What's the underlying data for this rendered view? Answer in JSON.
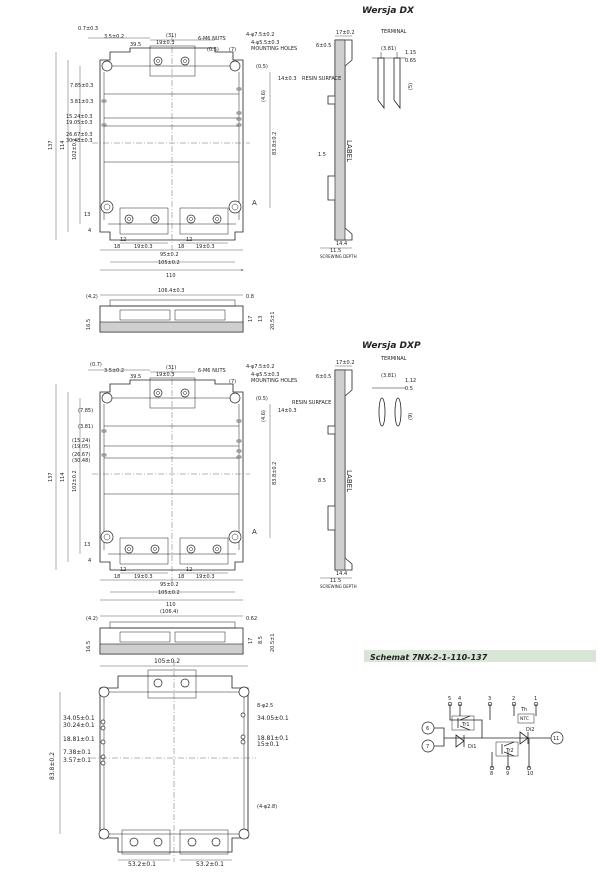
{
  "views": {
    "dx_title": "Wersja DX",
    "dxp_title": "Wersja DXP",
    "schema_title": "Schemat 7NX-2-1-110-137"
  },
  "labels": {
    "terminal": "TERMINAL",
    "resin_surface": "RESIN SURFACE",
    "m6_nuts": "6-M6 NUTS",
    "mounting_holes": "MOUNTING HOLES",
    "mounting_holes_spec": "4-φ5.5±0.3",
    "m6_holes_spec": "4-φ7.5±0.2",
    "label": "LABEL",
    "screwing_depth": "SCREWING DEPTH",
    "section_A": "A",
    "pin_spec": "8-φ2.5",
    "pin_spec_bottom": "(4-φ2.8)"
  },
  "dx_top": {
    "top_dims": [
      "0.7±0.3",
      "3.5±0.2",
      "39.5",
      "(31)",
      "19±0.3",
      "(7)",
      "(0.5)",
      "4-φ7.5±0.2",
      "4-φ5.5±0.3",
      "(0.5)",
      "14±0.3"
    ],
    "left_dims": [
      "137",
      "114",
      "102±0.2",
      "7.85±0.3",
      "3.81±0.3",
      "15.24±0.3",
      "19.05±0.3",
      "26.67±0.3",
      "30.48±0.3",
      "13",
      "4"
    ],
    "bottom_dims": [
      "12",
      "18",
      "19±0.3",
      "12",
      "18",
      "19±0.3",
      "95±0.2",
      "105±0.2",
      "110"
    ],
    "right_dims": [
      "83.8±0.2",
      "(4.6)"
    ]
  },
  "dx_side": {
    "dims": [
      "17±0.2",
      "6±0.5",
      "1.5",
      "14.4",
      "11.5"
    ],
    "terminal_dims": [
      "(3.81)",
      "1.15",
      "0.65",
      "(5)"
    ]
  },
  "dx_front": {
    "dims": [
      "106.4±0.3",
      "(4.2)",
      "0.8",
      "16.5",
      "17",
      "13",
      "20.5±1"
    ]
  },
  "dxp_top": {
    "top_dims": [
      "(0.7)",
      "3.5±0.2",
      "39.5",
      "(31)",
      "19±0.3",
      "(7)",
      "4-φ7.5±0.2",
      "4-φ5.5±0.3",
      "(0.5)",
      "14±0.3"
    ],
    "left_dims": [
      "137",
      "114",
      "102±0.2",
      "(7.85)",
      "(3.81)",
      "(15.24)",
      "(19.05)",
      "(26.67)",
      "(30.48)",
      "13",
      "4"
    ],
    "bottom_dims": [
      "12",
      "18",
      "19±0.3",
      "12",
      "18",
      "19±0.3",
      "95±0.2",
      "105±0.2",
      "110"
    ],
    "right_dims": [
      "83.8±0.2",
      "(4.6)"
    ]
  },
  "dxp_side": {
    "dims": [
      "17±0.2",
      "6±0.5",
      "8.5",
      "14.4",
      "11.5"
    ],
    "terminal_dims": [
      "(3.81)",
      "1.12",
      "0.5",
      "(9)"
    ]
  },
  "dxp_front": {
    "dims": [
      "(106.4)",
      "(4.2)",
      "0.62",
      "16.5",
      "17",
      "8.5",
      "20.5±1"
    ]
  },
  "pcb_view": {
    "top_dim": "105±0.2",
    "left_dims": [
      "34.05±0.1",
      "30.24±0.1",
      "18.81±0.1",
      "7.38±0.1",
      "3.57±0.1"
    ],
    "left_overall": "83.8±0.2",
    "right_dims": [
      "34.05±0.1",
      "18.81±0.1",
      "15±0.1"
    ],
    "bottom_dims": [
      "53.2±0.1",
      "53.2±0.1"
    ]
  },
  "schema": {
    "top_pins": [
      "5",
      "4",
      "3",
      "2",
      "1"
    ],
    "bottom_pins": [
      "8",
      "9",
      "10"
    ],
    "side_pins": [
      "6",
      "7",
      "11"
    ],
    "components": [
      "Tr1",
      "Di1",
      "Tr2",
      "Di2",
      "Th",
      "NTC"
    ]
  }
}
